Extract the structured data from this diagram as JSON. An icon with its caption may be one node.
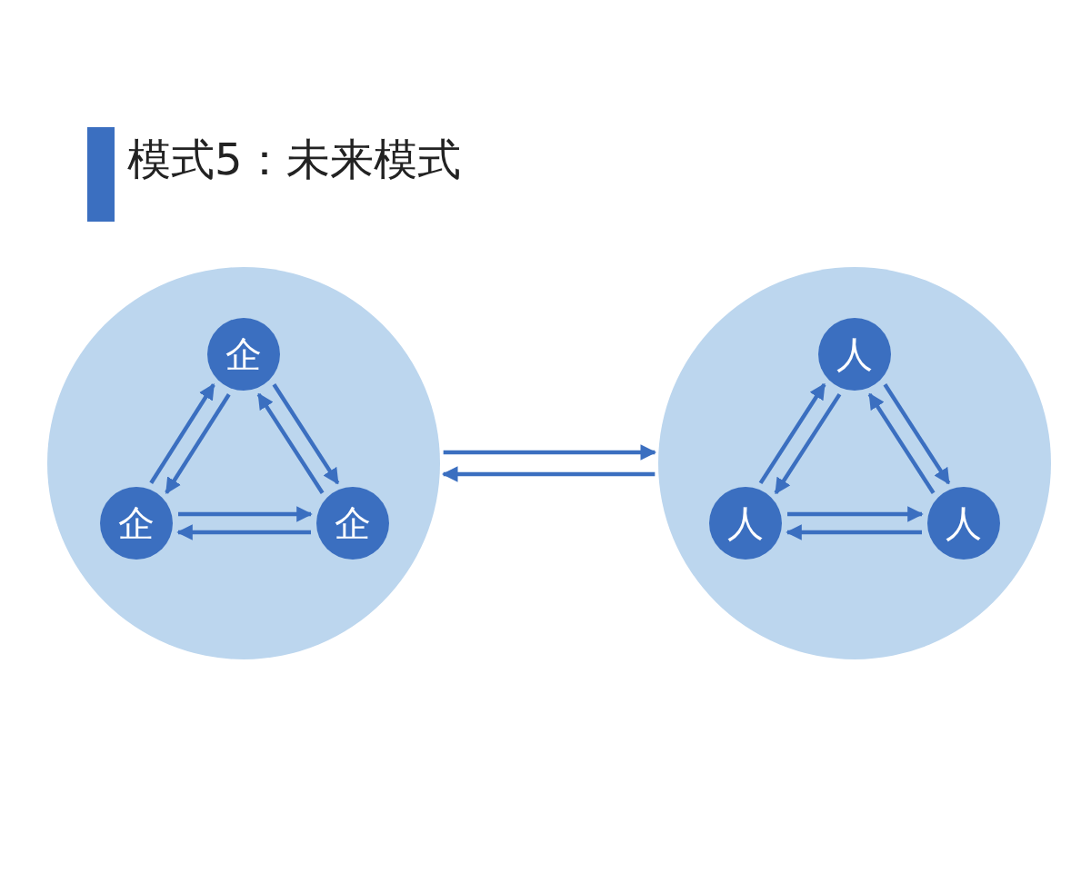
{
  "diagram": {
    "title": "模式5：未来模式",
    "nodes": [
      {
        "text": [],
        "shape": "circle"
      },
      {
        "text": [
          "企"
        ],
        "in": 0
      },
      {
        "text": [
          "企"
        ],
        "in": 0
      },
      {
        "text": [
          "企"
        ],
        "in": 0
      },
      {
        "text": [],
        "shape": "circle"
      },
      {
        "text": [
          "人"
        ],
        "in": 4
      },
      {
        "text": [
          "人"
        ],
        "in": 4
      },
      {
        "text": [
          "人"
        ],
        "in": 4
      }
    ],
    "edges": [
      {
        "from": 2,
        "to": 1,
        "arrow": "to"
      },
      {
        "from": 1,
        "to": 2,
        "arrow": "to"
      },
      {
        "from": 1,
        "to": 3,
        "arrow": "to"
      },
      {
        "from": 3,
        "to": 1,
        "arrow": "to"
      },
      {
        "from": 2,
        "to": 3,
        "arrow": "to"
      },
      {
        "from": 3,
        "to": 2,
        "arrow": "to"
      },
      {
        "from": 6,
        "to": 5,
        "arrow": "to"
      },
      {
        "from": 5,
        "to": 6,
        "arrow": "to"
      },
      {
        "from": 5,
        "to": 7,
        "arrow": "to"
      },
      {
        "from": 7,
        "to": 5,
        "arrow": "to"
      },
      {
        "from": 6,
        "to": 7,
        "arrow": "to"
      },
      {
        "from": 7,
        "to": 6,
        "arrow": "to"
      },
      {
        "from": 0,
        "to": 4,
        "arrow": "to"
      },
      {
        "from": 4,
        "to": 0,
        "arrow": "to"
      }
    ]
  }
}
